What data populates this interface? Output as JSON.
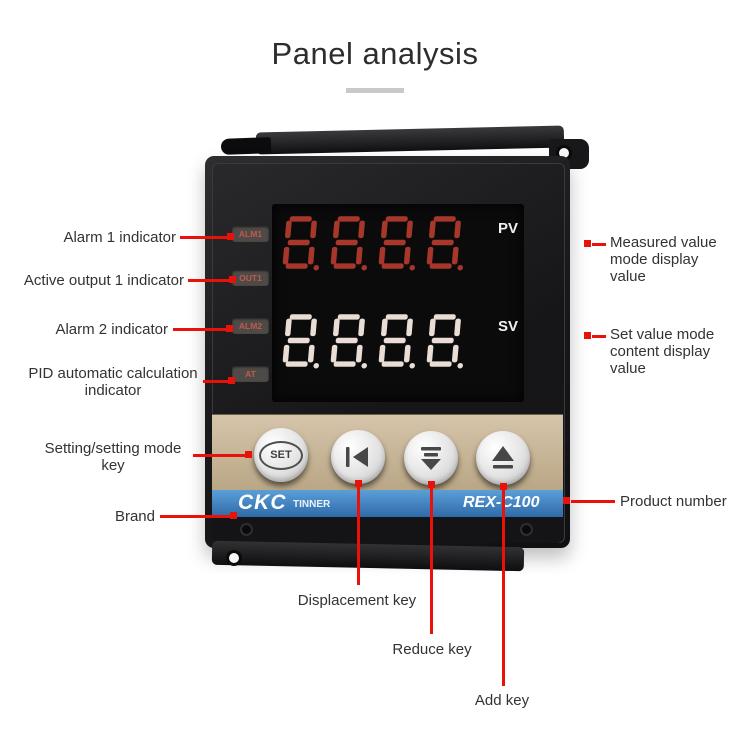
{
  "title": "Panel analysis",
  "device": {
    "indicators": [
      "ALM1",
      "OUT1",
      "ALM2",
      "AT"
    ],
    "display": {
      "pv_digits": "8888",
      "sv_digits": "8888",
      "pv_label": "PV",
      "sv_label": "SV"
    },
    "buttons": {
      "set_label": "SET"
    },
    "brand": "CKC",
    "brand_suffix": "TINNER",
    "model": "REX-C100"
  },
  "callouts": {
    "alarm1": "Alarm 1 indicator",
    "output1": "Active output 1 indicator",
    "alarm2": "Alarm 2 indicator",
    "pid": "PID automatic calculation indicator",
    "setting": "Setting/setting mode key",
    "brand": "Brand",
    "measured": "Measured value mode display value",
    "setvalue": "Set value mode content display value",
    "product": "Product number",
    "displacement": "Displacement key",
    "reduce": "Reduce key",
    "add": "Add key"
  },
  "colors": {
    "callout_red": "#e8120b",
    "pv_digit": "#a8372b",
    "sv_digit": "#e9ddd5",
    "brand_blue": "#3f7fc0",
    "keypad_beige": "#c7b59c"
  }
}
